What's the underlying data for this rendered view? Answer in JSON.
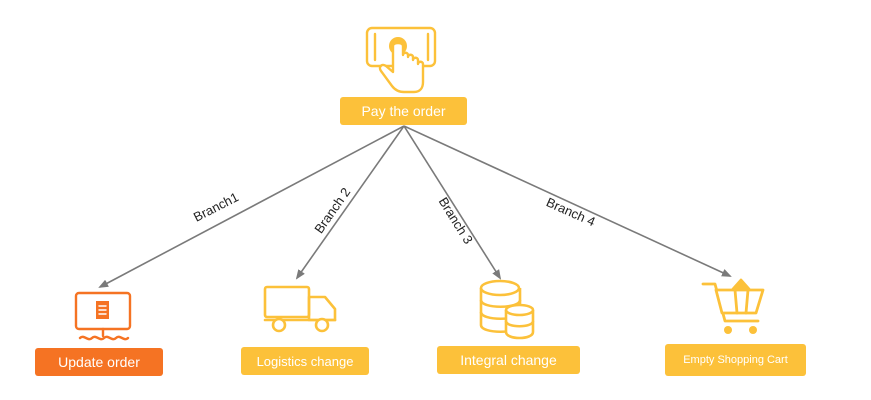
{
  "colors": {
    "accent": "#FCC13A",
    "highlight": "#F57323",
    "edge": "#7A7A7A",
    "text_on_box": "#FFFFFF"
  },
  "root": {
    "label": "Pay the order",
    "icon": "hand-tapping-phone-icon"
  },
  "branches": [
    {
      "edge_label": "Branch1",
      "node_label": "Update order",
      "icon": "monitor-order-icon",
      "color": "#F57323"
    },
    {
      "edge_label": "Branch 2",
      "node_label": "Logistics change",
      "icon": "truck-icon",
      "color": "#FCC13A"
    },
    {
      "edge_label": "Branch 3",
      "node_label": "Integral change",
      "icon": "coin-stack-icon",
      "color": "#FCC13A"
    },
    {
      "edge_label": "Branch 4",
      "node_label": "Empty Shopping Cart",
      "icon": "shopping-cart-icon",
      "color": "#FCC13A"
    }
  ]
}
